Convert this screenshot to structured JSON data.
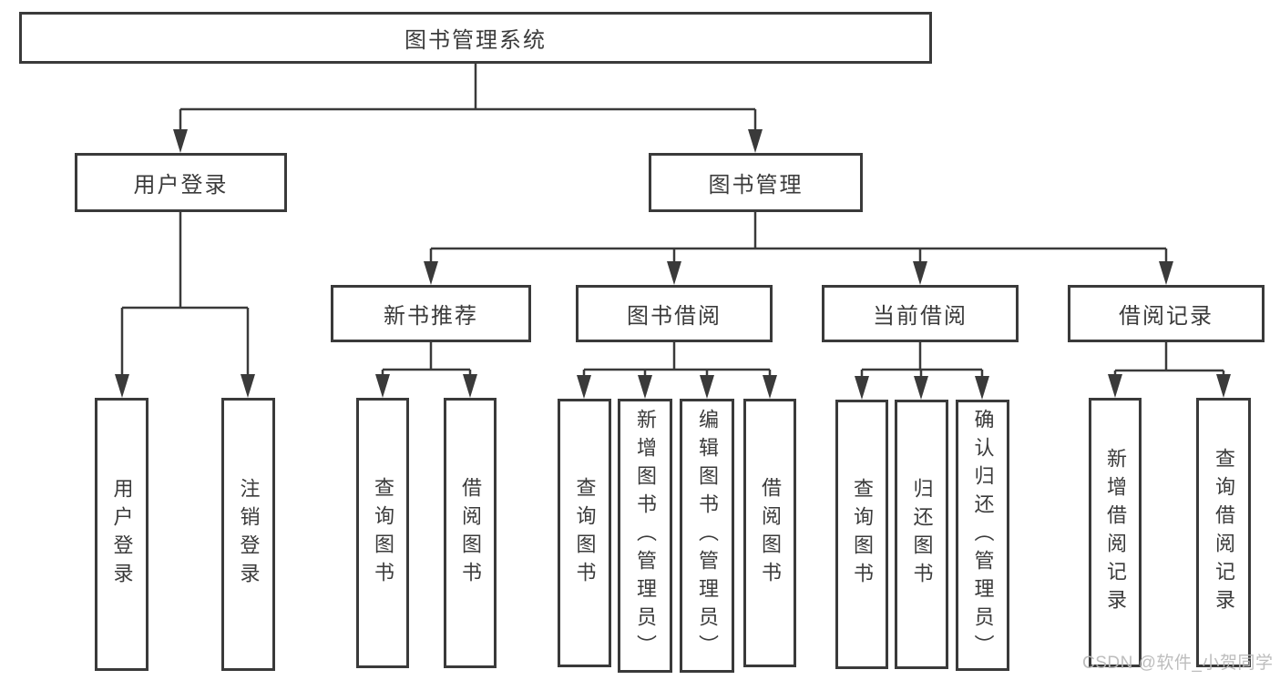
{
  "diagram": {
    "nodes": {
      "root": {
        "label": "图书管理系统"
      },
      "userLoginBranch": {
        "label": "用户登录"
      },
      "bookMgmt": {
        "label": "图书管理"
      },
      "newBookRec": {
        "label": "新书推荐"
      },
      "bookBorrow": {
        "label": "图书借阅"
      },
      "currentBorrow": {
        "label": "当前借阅"
      },
      "borrowRecord": {
        "label": "借阅记录"
      },
      "userLogin": {
        "label": "用户登录"
      },
      "logout": {
        "label": "注销登录"
      },
      "queryBook1": {
        "label": "查询图书"
      },
      "borrowBook1": {
        "label": "借阅图书"
      },
      "queryBook2": {
        "label": "查询图书"
      },
      "addBook": {
        "label": "新增图书（管理员）"
      },
      "editBook": {
        "label": "编辑图书（管理员）"
      },
      "borrowBook2": {
        "label": "借阅图书"
      },
      "queryBook3": {
        "label": "查询图书"
      },
      "returnBook": {
        "label": "归还图书"
      },
      "confirmReturn": {
        "label": "确认归还（管理员）"
      },
      "addBorrowRecord": {
        "label": "新增借阅记录"
      },
      "queryBorrowRecord": {
        "label": "查询借阅记录"
      }
    },
    "edges": [
      {
        "from": "root",
        "to": [
          "userLoginBranch",
          "bookMgmt"
        ]
      },
      {
        "from": "userLoginBranch",
        "to": [
          "userLogin",
          "logout"
        ]
      },
      {
        "from": "bookMgmt",
        "to": [
          "newBookRec",
          "bookBorrow",
          "currentBorrow",
          "borrowRecord"
        ]
      },
      {
        "from": "newBookRec",
        "to": [
          "queryBook1",
          "borrowBook1"
        ]
      },
      {
        "from": "bookBorrow",
        "to": [
          "queryBook2",
          "addBook",
          "editBook",
          "borrowBook2"
        ]
      },
      {
        "from": "currentBorrow",
        "to": [
          "queryBook3",
          "returnBook",
          "confirmReturn"
        ]
      },
      {
        "from": "borrowRecord",
        "to": [
          "addBorrowRecord",
          "queryBorrowRecord"
        ]
      }
    ],
    "colors": {
      "line": "#3a3a3a",
      "box_border": "#3a3a3a",
      "text": "#3b3b3b",
      "background": "#ffffff",
      "watermark": "#b9b9b9"
    }
  },
  "watermark": {
    "text": "CSDN @软件_小贺同学"
  }
}
